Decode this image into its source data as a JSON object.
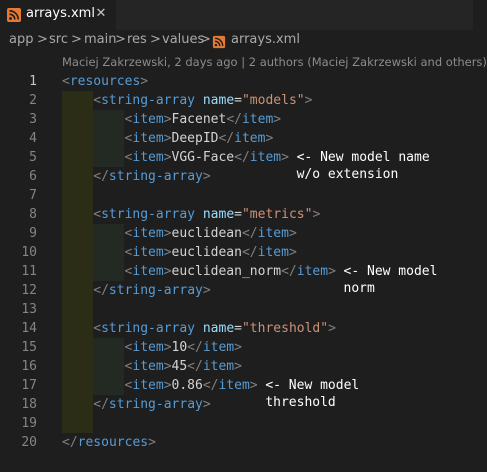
{
  "tab": {
    "title": "arrays.xml",
    "close_glyph": "✕",
    "icon": "rss-icon",
    "icon_color": "#e37933"
  },
  "breadcrumb": {
    "items": [
      "app",
      "src",
      "main",
      "res",
      "values",
      "arrays.xml"
    ],
    "separator": ">"
  },
  "blame": {
    "text": "Maciej Zakrzewski, 2 days ago | 2 authors (Maciej Zakrzewski and others)"
  },
  "editor": {
    "active_line": 1,
    "lines": [
      {
        "n": "1",
        "tokens": [
          [
            "b",
            "<"
          ],
          [
            "tag",
            "resources"
          ],
          [
            "b",
            ">"
          ]
        ]
      },
      {
        "n": "2",
        "indent": 1,
        "tokens": [
          [
            "b",
            "<"
          ],
          [
            "tag",
            "string-array "
          ],
          [
            "attr",
            "name"
          ],
          [
            "txt",
            "="
          ],
          [
            "str",
            "\"models\""
          ],
          [
            "b",
            ">"
          ]
        ]
      },
      {
        "n": "3",
        "indent": 2,
        "tokens": [
          [
            "b",
            "<"
          ],
          [
            "tag",
            "item"
          ],
          [
            "b",
            ">"
          ],
          [
            "txt",
            "Facenet"
          ],
          [
            "b",
            "</"
          ],
          [
            "tag",
            "item"
          ],
          [
            "b",
            ">"
          ]
        ]
      },
      {
        "n": "4",
        "indent": 2,
        "tokens": [
          [
            "b",
            "<"
          ],
          [
            "tag",
            "item"
          ],
          [
            "b",
            ">"
          ],
          [
            "txt",
            "DeepID"
          ],
          [
            "b",
            "</"
          ],
          [
            "tag",
            "item"
          ],
          [
            "b",
            ">"
          ]
        ]
      },
      {
        "n": "5",
        "indent": 2,
        "tokens": [
          [
            "b",
            "<"
          ],
          [
            "tag",
            "item"
          ],
          [
            "b",
            ">"
          ],
          [
            "txt",
            "VGG-Face"
          ],
          [
            "b",
            "</"
          ],
          [
            "tag",
            "item"
          ],
          [
            "b",
            ">"
          ]
        ]
      },
      {
        "n": "6",
        "indent": 1,
        "tokens": [
          [
            "b",
            "</"
          ],
          [
            "tag",
            "string-array"
          ],
          [
            "b",
            ">"
          ]
        ]
      },
      {
        "n": "7",
        "indent": 1,
        "tokens": []
      },
      {
        "n": "8",
        "indent": 1,
        "tokens": [
          [
            "b",
            "<"
          ],
          [
            "tag",
            "string-array "
          ],
          [
            "attr",
            "name"
          ],
          [
            "txt",
            "="
          ],
          [
            "str",
            "\"metrics\""
          ],
          [
            "b",
            ">"
          ]
        ]
      },
      {
        "n": "9",
        "indent": 2,
        "tokens": [
          [
            "b",
            "<"
          ],
          [
            "tag",
            "item"
          ],
          [
            "b",
            ">"
          ],
          [
            "txt",
            "euclidean"
          ],
          [
            "b",
            "</"
          ],
          [
            "tag",
            "item"
          ],
          [
            "b",
            ">"
          ]
        ]
      },
      {
        "n": "10",
        "indent": 2,
        "tokens": [
          [
            "b",
            "<"
          ],
          [
            "tag",
            "item"
          ],
          [
            "b",
            ">"
          ],
          [
            "txt",
            "euclidean"
          ],
          [
            "b",
            "</"
          ],
          [
            "tag",
            "item"
          ],
          [
            "b",
            ">"
          ]
        ]
      },
      {
        "n": "11",
        "indent": 2,
        "tokens": [
          [
            "b",
            "<"
          ],
          [
            "tag",
            "item"
          ],
          [
            "b",
            ">"
          ],
          [
            "txt",
            "euclidean_norm"
          ],
          [
            "b",
            "</"
          ],
          [
            "tag",
            "item"
          ],
          [
            "b",
            ">"
          ]
        ]
      },
      {
        "n": "12",
        "indent": 1,
        "tokens": [
          [
            "b",
            "</"
          ],
          [
            "tag",
            "string-array"
          ],
          [
            "b",
            ">"
          ]
        ]
      },
      {
        "n": "13",
        "indent": 1,
        "tokens": []
      },
      {
        "n": "14",
        "indent": 1,
        "tokens": [
          [
            "b",
            "<"
          ],
          [
            "tag",
            "string-array "
          ],
          [
            "attr",
            "name"
          ],
          [
            "txt",
            "="
          ],
          [
            "str",
            "\"threshold\""
          ],
          [
            "b",
            ">"
          ]
        ]
      },
      {
        "n": "15",
        "indent": 2,
        "tokens": [
          [
            "b",
            "<"
          ],
          [
            "tag",
            "item"
          ],
          [
            "b",
            ">"
          ],
          [
            "txt",
            "10"
          ],
          [
            "b",
            "</"
          ],
          [
            "tag",
            "item"
          ],
          [
            "b",
            ">"
          ]
        ]
      },
      {
        "n": "16",
        "indent": 2,
        "tokens": [
          [
            "b",
            "<"
          ],
          [
            "tag",
            "item"
          ],
          [
            "b",
            ">"
          ],
          [
            "txt",
            "45"
          ],
          [
            "b",
            "</"
          ],
          [
            "tag",
            "item"
          ],
          [
            "b",
            ">"
          ]
        ]
      },
      {
        "n": "17",
        "indent": 2,
        "tokens": [
          [
            "b",
            "<"
          ],
          [
            "tag",
            "item"
          ],
          [
            "b",
            ">"
          ],
          [
            "txt",
            "0.86"
          ],
          [
            "b",
            "</"
          ],
          [
            "tag",
            "item"
          ],
          [
            "b",
            ">"
          ]
        ]
      },
      {
        "n": "18",
        "indent": 1,
        "tokens": [
          [
            "b",
            "</"
          ],
          [
            "tag",
            "string-array"
          ],
          [
            "b",
            ">"
          ]
        ]
      },
      {
        "n": "19",
        "indent": 1,
        "tokens": []
      },
      {
        "n": "20",
        "tokens": [
          [
            "b",
            "</"
          ],
          [
            "tag",
            "resources"
          ],
          [
            "b",
            ">"
          ]
        ]
      }
    ]
  },
  "annotations": [
    {
      "line": 5,
      "after": "<item>VGG-Face</item> ",
      "text": "<- New model name\nw/o extension"
    },
    {
      "line": 11,
      "after": "<item>euclidean_norm</item> ",
      "text": "<- New model\nnorm"
    },
    {
      "line": 17,
      "after": "<item>0.86</item> ",
      "text": "<- New model\nthreshold"
    }
  ]
}
